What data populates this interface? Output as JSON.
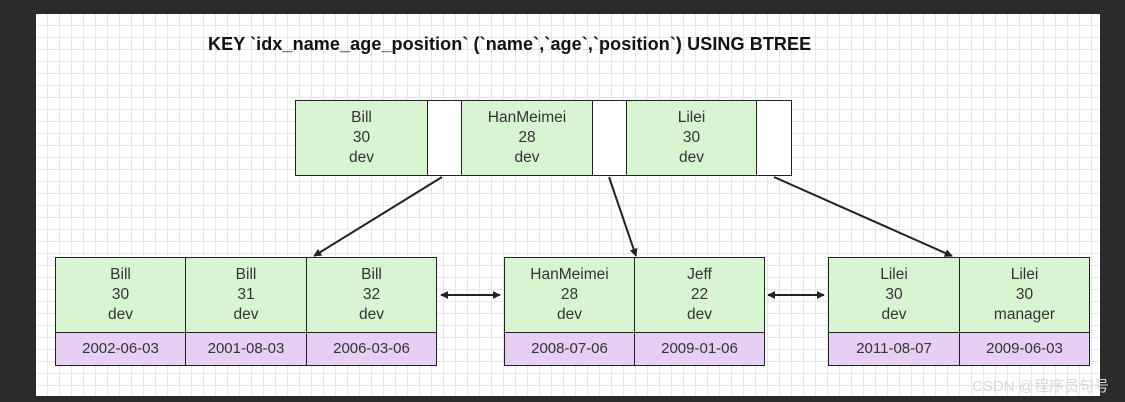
{
  "title": "KEY `idx_name_age_position` (`name`,`age`,`position`) USING BTREE",
  "root_node": {
    "keys": [
      {
        "name": "Bill",
        "age": "30",
        "position": "dev"
      },
      {
        "name": "HanMeimei",
        "age": "28",
        "position": "dev"
      },
      {
        "name": "Lilei",
        "age": "30",
        "position": "dev"
      }
    ]
  },
  "leaf_nodes": [
    {
      "entries": [
        {
          "name": "Bill",
          "age": "30",
          "position": "dev",
          "hire_date": "2002-06-03"
        },
        {
          "name": "Bill",
          "age": "31",
          "position": "dev",
          "hire_date": "2001-08-03"
        },
        {
          "name": "Bill",
          "age": "32",
          "position": "dev",
          "hire_date": "2006-03-06"
        }
      ]
    },
    {
      "entries": [
        {
          "name": "HanMeimei",
          "age": "28",
          "position": "dev",
          "hire_date": "2008-07-06"
        },
        {
          "name": "Jeff",
          "age": "22",
          "position": "dev",
          "hire_date": "2009-01-06"
        }
      ]
    },
    {
      "entries": [
        {
          "name": "Lilei",
          "age": "30",
          "position": "dev",
          "hire_date": "2011-08-07"
        },
        {
          "name": "Lilei",
          "age": "30",
          "position": "manager",
          "hire_date": "2009-06-03"
        }
      ]
    }
  ],
  "colors": {
    "key_fill": "#d8f5d1",
    "date_fill": "#e6cff2",
    "pointer_fill": "#ffffff",
    "stroke": "#222222"
  },
  "watermark": "CSDN @程序员句号"
}
